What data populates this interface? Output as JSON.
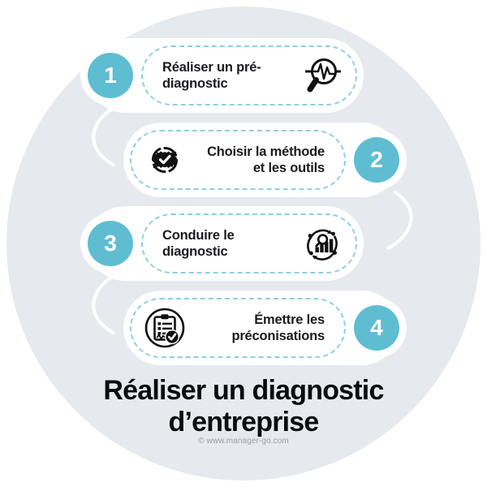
{
  "colors": {
    "background": "#ffffff",
    "circle": "#e6e9ee",
    "badge": "#5fbdd2",
    "badge_text": "#ffffff",
    "pill_background": "#ffffff",
    "pill_dash_border": "#8ecfe0",
    "connector": "#ffffff",
    "icon": "#111111",
    "title_text": "#0c0c0f",
    "credit_text": "#9a9ea6"
  },
  "title": "Réaliser un diagnostic\nd’entreprise",
  "credit": "© www.manager-go.com",
  "steps": [
    {
      "number": "1",
      "label": "Réaliser un pré-\ndiagnostic",
      "icon": "magnifier-pulse-icon",
      "icon_side": "right",
      "badge_side": "left",
      "text_align": "left"
    },
    {
      "number": "2",
      "label": "Choisir la méthode\net les outils",
      "icon": "gear-check-cycle-icon",
      "icon_side": "left",
      "badge_side": "right",
      "text_align": "right"
    },
    {
      "number": "3",
      "label": "Conduire le\ndiagnostic",
      "icon": "bar-chart-magnifier-cycle-icon",
      "icon_side": "right",
      "badge_side": "left",
      "text_align": "left"
    },
    {
      "number": "4",
      "label": "Émettre les\npréconisations",
      "icon": "clipboard-check-icon",
      "icon_side": "left",
      "badge_side": "right",
      "text_align": "right"
    }
  ]
}
